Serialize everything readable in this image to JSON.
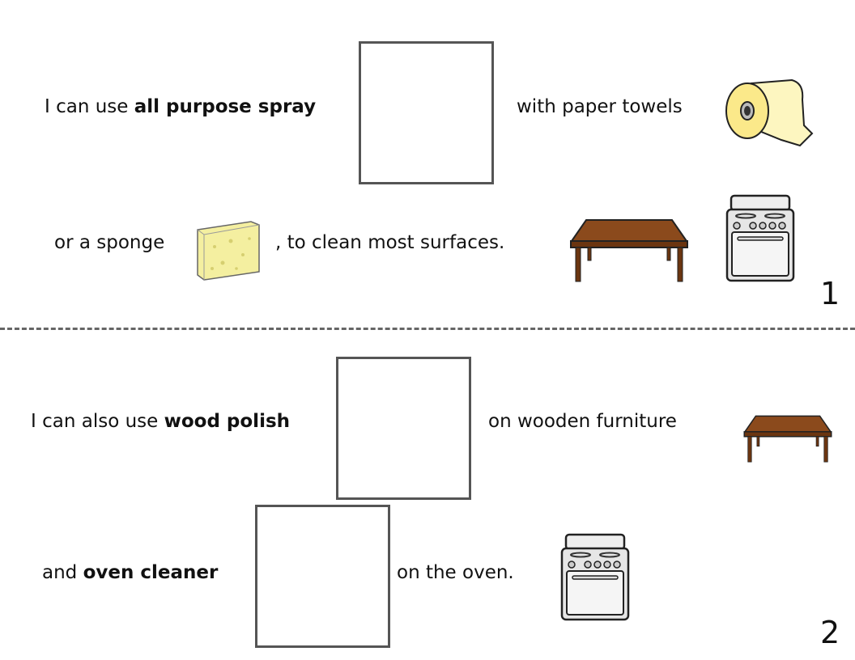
{
  "page1": {
    "line1_prefix": "I can use ",
    "line1_bold": "all purpose spray",
    "line1_suffix": "with paper towels",
    "line2_prefix": "or a sponge",
    "line2_suffix": ", to clean most surfaces.",
    "page_number": "1"
  },
  "page2": {
    "line1_prefix": "I can also use ",
    "line1_bold": "wood polish",
    "line1_suffix": "on wooden furniture",
    "line2_prefix": "and ",
    "line2_bold": "oven cleaner",
    "line2_suffix": "on the oven.",
    "page_number": "2"
  }
}
